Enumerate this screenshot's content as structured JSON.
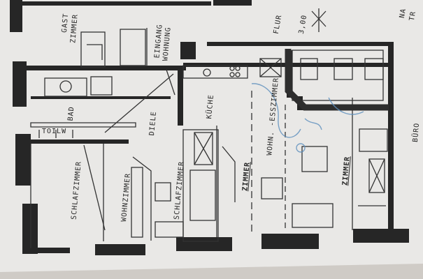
{
  "colors": {
    "paper": "#e9e8e6",
    "background": "#cfcbc6",
    "ink": "#2a2a2a",
    "pen": "#5d8fbd"
  },
  "rooms": {
    "gast_line1": "GAST",
    "gast_line2": "ZIMMER",
    "eingang_line1": "EINGANG",
    "eingang_line2": "WOHNUNG",
    "flur": "FLUR",
    "na_line1": "NA",
    "na_line2": "TR",
    "bad": "BAD",
    "diele": "DIELE",
    "kueche": "KÜCHE",
    "wohn_esszimmer": "WOHN. -ESSZIMMER",
    "zimmer_right": "ZIMMER",
    "zimmer_mid": "ZIMMER",
    "schlafzimmer_left": "SCHLAFZIMMER",
    "schlafzimmer_mid": "SCHLAFZIMMER",
    "wohnzimmer": "WOHNZIMMER",
    "buero": "BÜRO",
    "toilette": "TOILW"
  },
  "dimension_mark": "3,00",
  "icons": {
    "north_arrow": "north-arrow-icon"
  }
}
